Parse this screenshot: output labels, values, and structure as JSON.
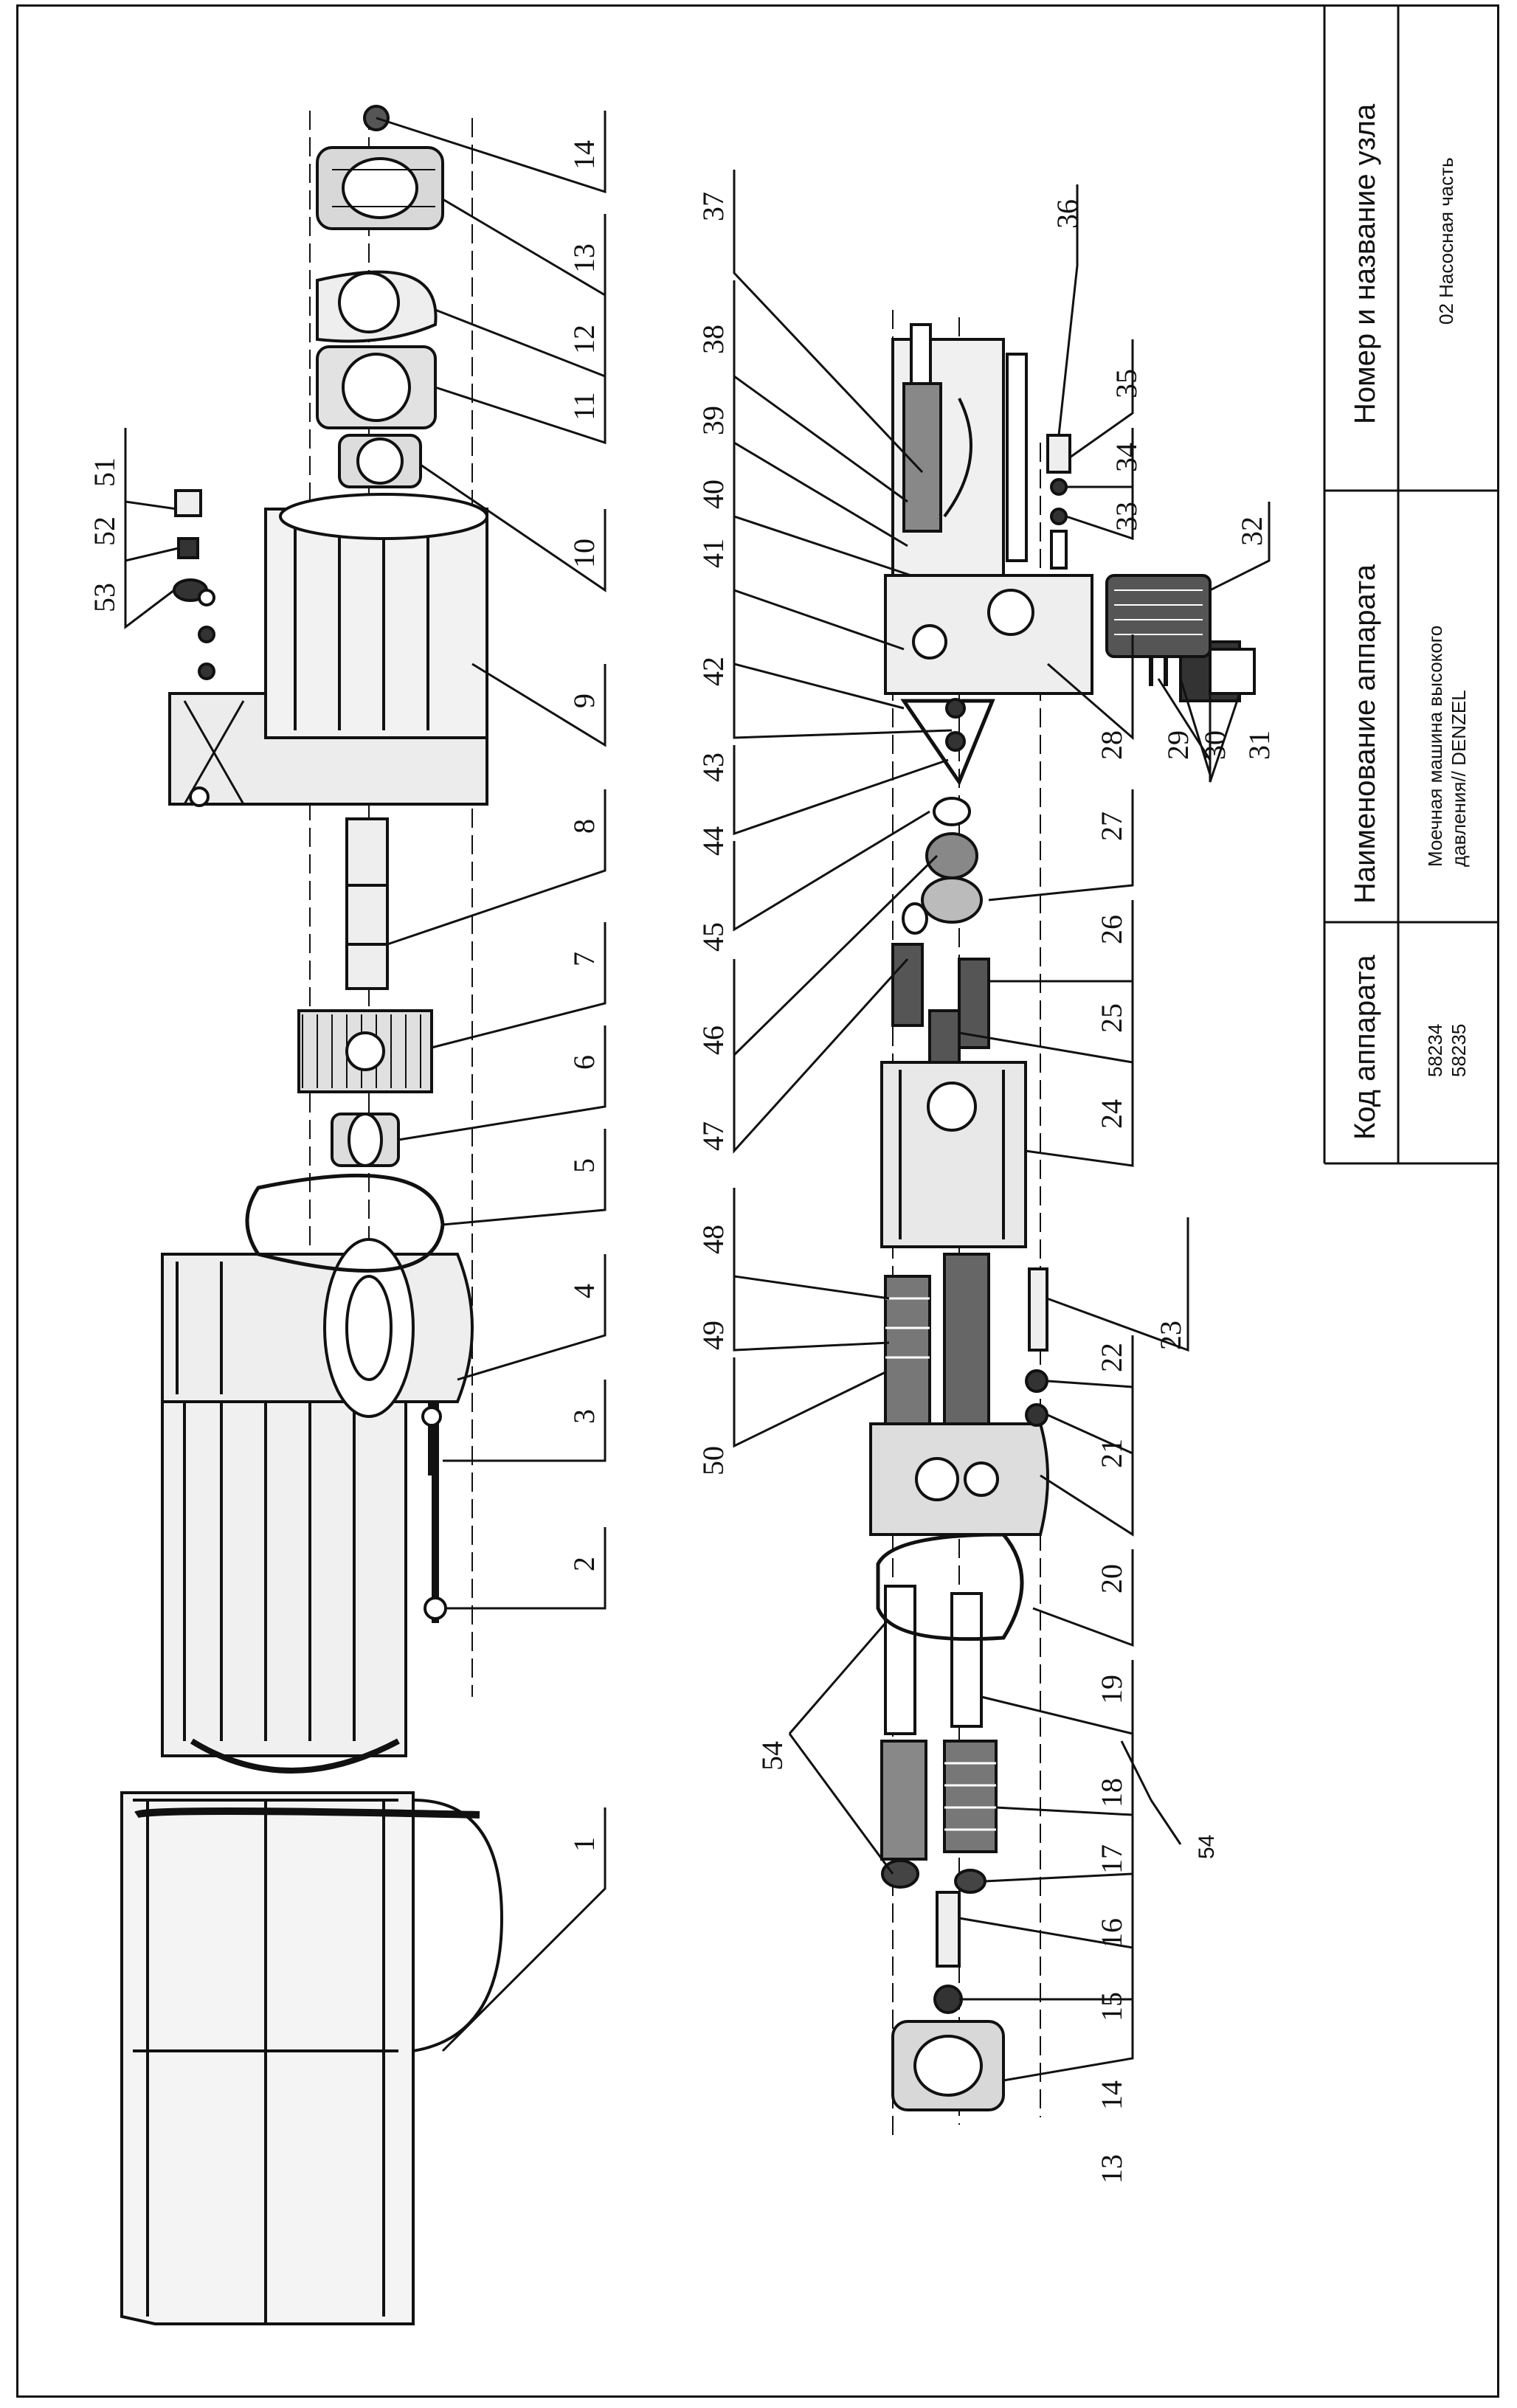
{
  "title_block": {
    "col_code_header": "Код аппарата",
    "col_code_value_1": "58234",
    "col_code_value_2": "58235",
    "col_name_header": "Наименование аппарата",
    "col_name_value_1": "Моечная машина высокого",
    "col_name_value_2": "давления// DENZEL",
    "col_unit_header": "Номер и название узла",
    "col_unit_value": "02 Насосная часть"
  },
  "callouts": {
    "upper_row": [
      "1",
      "2",
      "3",
      "4",
      "5",
      "6",
      "7",
      "8",
      "9",
      "10",
      "11",
      "12",
      "13",
      "14"
    ],
    "upper_left": [
      "51",
      "52",
      "53"
    ],
    "lower_left": [
      "54",
      "13",
      "14",
      "15",
      "16",
      "17",
      "18",
      "19",
      "20",
      "21",
      "22",
      "23"
    ],
    "lower_mid": [
      "50",
      "49",
      "48",
      "47",
      "46",
      "45",
      "44",
      "43",
      "42",
      "41",
      "40",
      "39",
      "38",
      "37"
    ],
    "lower_right": [
      "24",
      "25",
      "26",
      "27",
      "28",
      "29",
      "30",
      "31",
      "32",
      "33",
      "34",
      "35",
      "36"
    ],
    "group_label": "54"
  }
}
